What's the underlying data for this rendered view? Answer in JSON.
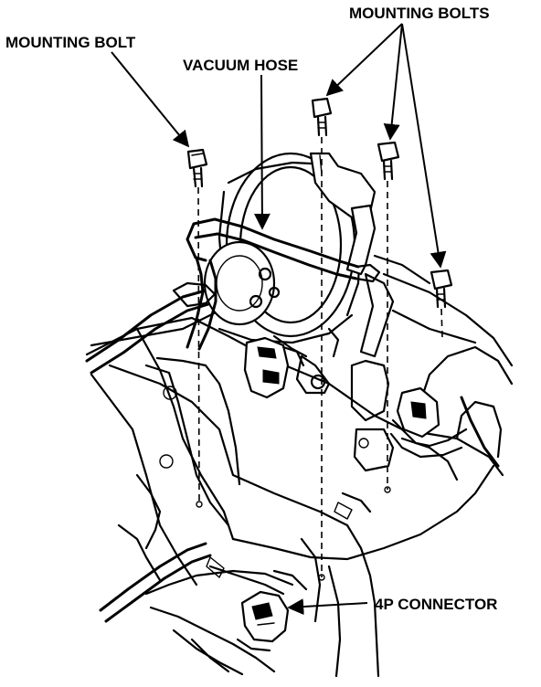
{
  "callouts": {
    "mounting_bolt": "MOUNTING BOLT",
    "vacuum_hose": "VACUUM HOSE",
    "mounting_bolts": "MOUNTING BOLTS",
    "connector_4p": "4P CONNECTOR"
  },
  "colors": {
    "ink": "#000000",
    "paper": "#ffffff"
  }
}
